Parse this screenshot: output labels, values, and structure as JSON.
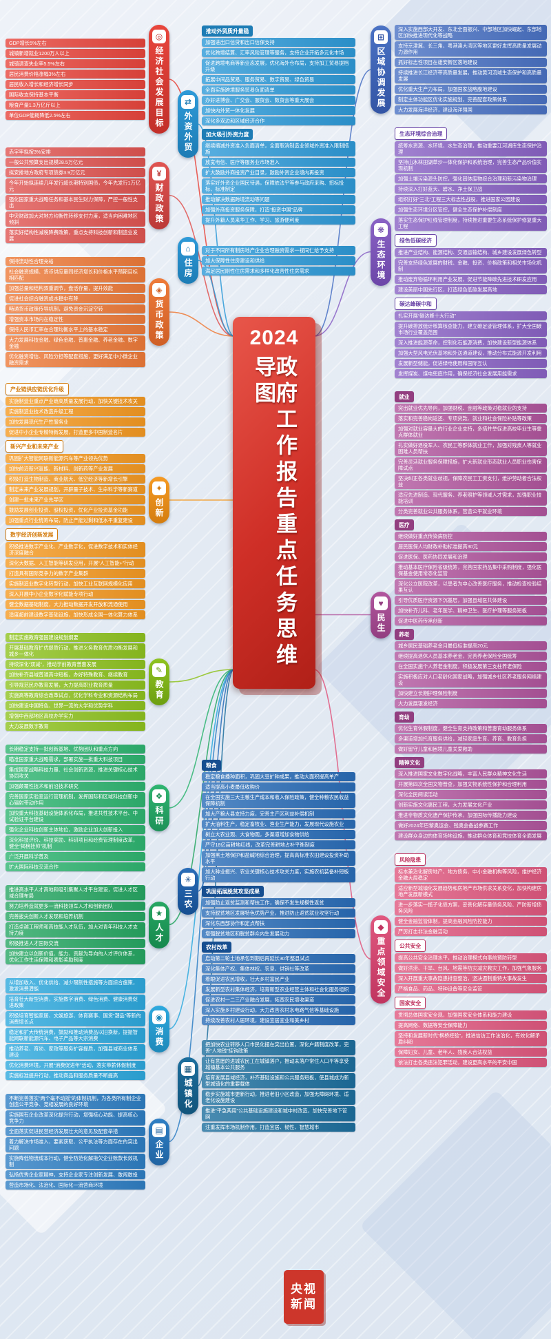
{
  "banner": {
    "year": "2024",
    "title": "政府工作报告重点任务思维导图"
  },
  "footer": {
    "logo_line1": "央视",
    "logo_line2": "新闻"
  },
  "branches": [
    {
      "id": "economy",
      "label": "经济社会发展目标",
      "icon": "◎",
      "column": "left",
      "labelSide": "right",
      "color": "#e8463d",
      "dark": "#c2302a",
      "headerStyle": "dark",
      "groups": [
        {
          "items": [
            "GDP增长5%左右",
            "城镇新增就业1200万人以上",
            "城镇调查失业率5.5%左右",
            "居民消费价格涨幅3%左右",
            "居民收入增长和经济增长同步",
            "国际收支保持基本平衡",
            "粮食产量1.3万亿斤以上",
            "单位GDP能耗降低2.5%左右"
          ]
        }
      ]
    },
    {
      "id": "fiscal",
      "label": "财政政策",
      "icon": "¥",
      "column": "left",
      "labelSide": "right",
      "color": "#e05552",
      "dark": "#bb3a38",
      "headerStyle": "dark",
      "groups": [
        {
          "items": [
            "赤字率拟按3%安排",
            "一般公共预算支出规模28.5万亿元",
            "拟安排地方政府专项债券3.9万亿元",
            "今年开始拟连续几年发行超长期特别国债，今年先发行1万亿元",
            "强化国家重大战略任务和基本民生财力保障，严控一般性支出",
            "中央财政加大对地方均衡性转移支付力度，适当向困难地区倾斜",
            "落实好结构性减税降费政策，重点支持科技创新和制造业发展"
          ]
        }
      ]
    },
    {
      "id": "monetary",
      "label": "货币政策",
      "icon": "◈",
      "column": "left",
      "labelSide": "right",
      "color": "#ee7b3a",
      "dark": "#cf5f26",
      "headerStyle": "dark",
      "groups": [
        {
          "items": [
            "保持流动性合理充裕",
            "社会融资规模、货币供应量同经济增长和价格水平预期目标相匹配",
            "加强总量和结构双重调节，盘活存量，提升效能",
            "促进社会综合融资成本稳中有降",
            "畅通货币政策传导机制，避免资金沉淀空转",
            "增强资本市场内在稳定性",
            "保持人民币汇率在合理均衡水平上的基本稳定",
            "大力发展科技金融、绿色金融、普惠金融、养老金融、数字金融",
            "优化融资增信、风险分担等配套措施，更好满足中小微企业融资需求"
          ]
        }
      ]
    },
    {
      "id": "innovation",
      "label": "创新",
      "icon": "✦",
      "column": "left",
      "labelSide": "right",
      "color": "#f59a23",
      "dark": "#d47d10",
      "headerStyle": "light",
      "groups": [
        {
          "header": "产业链供应链优化升级",
          "items": [
            "实施制造业重点产业链高质量发展行动，加快关键技术攻关",
            "实施制造业技术改造升级工程",
            "加快发展现代生产性服务业",
            "促进中小企业专精特新发展，打造更多中国制造名片"
          ]
        },
        {
          "header": "新兴产业和未来产业",
          "items": [
            "巩固扩大智能网联新能源汽车等产业领先优势",
            "加快前沿新兴氢能、新材料、创新药等产业发展",
            "积极打造生物制造、商业航天、低空经济等新增长引擎",
            "制定未来产业发展规划，开辟量子技术、生命科学等新赛道",
            "创建一批未来产业先导区",
            "鼓励发展创业投资、股权投资，优化产业投资基金功能",
            "加强重点行业统筹布局，防止产能过剩和低水平重复建设"
          ]
        },
        {
          "header": "数字经济创新发展",
          "items": [
            "积极推进数字产业化、产业数字化，促进数字技术和实体经济深度融合",
            "深化大数据、人工智能等研发应用，开展“人工智能+”行动",
            "打造具有国际竞争力的数字产业集群",
            "实施制造业数字化转型行动，加快工业互联网规模化应用",
            "深入开展中小企业数字化赋能专项行动",
            "健全数据基础制度，大力推动数据开发开放和流通使用",
            "适度超前建设数字基础设施，加快形成全国一体化算力体系"
          ]
        }
      ]
    },
    {
      "id": "education",
      "label": "教育",
      "icon": "✎",
      "column": "left",
      "labelSide": "right",
      "color": "#8fc320",
      "dark": "#6d9f12",
      "headerStyle": "dark",
      "groups": [
        {
          "items": [
            "制定实施教育强国建设规划纲要",
            "开展基础教育扩优提质行动，推进义务教育优质均衡发展和城乡一体化",
            "持续深化“双减”，推动学前教育普惠发展",
            "加快补齐县域普通高中短板，办好特殊教育、继续教育",
            "引导规范民办教育发展，大力提高职业教育质量",
            "实施高等教育综合改革试点，优化学科专业和资源结构布局",
            "加快建设中国特色、世界一流的大学和优势学科",
            "增强中西部地区高校办学实力",
            "大力发展数字教育"
          ]
        }
      ]
    },
    {
      "id": "research",
      "label": "科研",
      "icon": "❖",
      "column": "left",
      "labelSide": "right",
      "color": "#2fb571",
      "dark": "#1e9158",
      "headerStyle": "dark",
      "groups": [
        {
          "items": [
            "长期稳定支持一批创新基地、优势团队和重点方向",
            "瞄准国家重大战略需求，部署实施一批重大科技项目",
            "集成国家战略科技力量、社会创新资源，推进关键核心技术协同攻关",
            "加强颠覆性技术和前沿技术研究",
            "完善国家实验室运行管理机制，发挥国际和区域科技创新中心辐射带动作用",
            "加快重大科技基础设施体系化布局，推进共性技术平台、中试验证平台建设",
            "强化企业科技创新主体地位，激励企业加大创新投入",
            "深化科技评价、科技奖励、科研项目和经费管理制度改革，健全“揭榜挂帅”机制",
            "广泛开展科学普及",
            "扩大国际科技交流合作"
          ]
        }
      ]
    },
    {
      "id": "talent",
      "label": "人才",
      "icon": "★",
      "column": "left",
      "labelSide": "right",
      "color": "#27a763",
      "dark": "#16884d",
      "headerStyle": "dark",
      "groups": [
        {
          "items": [
            "推进高水平人才高地和吸引集聚人才平台建设，促进人才区域合理布局",
            "努力培养造就更多一流科技领军人才和创新团队",
            "完善拔尖创新人才发现和培养机制",
            "打造卓越工程师和高技能人才队伍，加大对青年科技人才支持力度",
            "积极推进人才国际交流",
            "加快建立以创新价值、能力、贡献为导向的人才评价体系，优化工作生活保障和表彰奖励制度"
          ]
        }
      ]
    },
    {
      "id": "consumption",
      "label": "消费",
      "icon": "◉",
      "column": "left",
      "labelSide": "right",
      "color": "#2ea9de",
      "dark": "#1e89ba",
      "headerStyle": "dark",
      "groups": [
        {
          "items": [
            "从增加收入、优化供给、减少限制性措施等方面综合施策，激发消费潜能",
            "培育壮大新型消费，实施数字消费、绿色消费、健康消费促进政策",
            "积极培育智能家居、文娱旅游、体育赛事、国货“潮品”等新的消费增长点",
            "稳定和扩大传统消费，鼓励和推动消费品以旧换新，提振智能网联新能源汽车、电子产品等大宗消费",
            "推动养老、育幼、家政等服务扩容提质，加强县域商业体系建设",
            "优化消费环境，开展“消费促进年”活动，落实带薪休假制度",
            "实施标准提升行动，推动商品和服务质量不断提高"
          ]
        }
      ]
    },
    {
      "id": "enterprise",
      "label": "企业",
      "icon": "▤",
      "column": "left",
      "labelSide": "right",
      "color": "#2f7fc4",
      "dark": "#2164a2",
      "headerStyle": "dark",
      "groups": [
        {
          "items": [
            "不断完善落实“两个毫不动摇”的体制机制，为各类所有制企业创造公平竞争、竞相发展的良好环境",
            "实施国有企业改革深化提升行动，增强核心功能、提高核心竞争力",
            "全面落实促进民营经济发展壮大的意见及配套举措",
            "着力解决市场准入、要素获取、公平执法等方面存在的突出问题",
            "实施降低物流成本行动，健全防范化解拖欠企业账款长效机制",
            "弘扬优秀企业家精神，支持企业家专注创新发展、敢闯敢投",
            "营造市场化、法治化、国际化一流营商环境"
          ]
        }
      ]
    },
    {
      "id": "trade",
      "label": "外资外贸",
      "icon": "⇄",
      "column": "midTop",
      "labelSide": "left",
      "color": "#2e9ad8",
      "dark": "#1d7cb5",
      "headerStyle": "dark",
      "groups": [
        {
          "header": "推动外贸质升量稳",
          "items": [
            "加强进出口信贷和出口信保支持",
            "优化跨境结算、汇率风险管理等服务，支持企业开拓多元化市场",
            "促进跨境电商等新业态发展，优化海外仓布局，支持加工贸易提档升级",
            "拓展中间品贸易、服务贸易、数字贸易、绿色贸易",
            "全面实施跨境服务贸易负面清单",
            "办好进博会、广交会、服贸会、数贸会等重大展会",
            "加快内外贸一体化发展",
            "深化多双边和区域经济合作"
          ]
        },
        {
          "header": "加大吸引外资力度",
          "items": [
            "继续缩减外资准入负面清单，全面取消制造业领域外资准入限制措施",
            "放宽电信、医疗等服务业市场准入",
            "扩大鼓励外商投资产业目录，鼓励外资企业境内再投资",
            "落实好外资企业国民待遇，保障依法平等参与政府采购、招标投标、标准制定",
            "推动解决数据跨境流动等问题",
            "加强外商投资服务保障，打造“投资中国”品牌",
            "提升外籍人员来华工作、学习、旅游便利度"
          ]
        }
      ]
    },
    {
      "id": "housing",
      "label": "住房",
      "icon": "⌂",
      "column": "midTop",
      "labelSide": "left",
      "color": "#2e9ad8",
      "dark": "#1d7cb5",
      "headerStyle": "dark",
      "groups": [
        {
          "items": [
            "对于不同所有制房地产企业合理融资需求一视同仁给予支持",
            "加大保障性住房建设和供给",
            "满足居民刚性住房需求和多样化改善性住房需求"
          ]
        }
      ]
    },
    {
      "id": "sannong",
      "label": "三农",
      "icon": "✳",
      "column": "midBottom",
      "labelSide": "left",
      "color": "#2a6db8",
      "dark": "#164e90",
      "headerStyle": "dark",
      "groups": [
        {
          "header": "粮食",
          "items": [
            "稳定粮食播种面积，巩固大豆扩种成果，推动大面积提高单产",
            "适当提高小麦最低收购价",
            "在全国实施三大主粮生产成本和收入保险政策，健全种粮农民收益保障机制",
            "加大产粮大县支持力度，完善主产区利益补偿机制",
            "扩大油料生产，稳定畜牧业、渔业生产能力，发展现代设施农业",
            "树立大农业观、大食物观，多渠道增加食物供给",
            "严守18亿亩耕地红线，改革完善耕地占补平衡制度",
            "加强黑土地保护和盐碱地综合治理，提高高标准农田建设投资补助水平",
            "加大种业振兴、农业关键核心技术攻关力度，实施农机装备补短板行动"
          ]
        },
        {
          "header": "巩固拓展脱贫攻坚成果",
          "items": [
            "加强防止返贫监测和帮扶工作，确保不发生规模性返贫",
            "支持脱贫地区发展特色优势产业，推进防止返贫就业攻坚行动",
            "深化东西部协作和定点帮扶",
            "增强脱贫地区和脱贫群众内生发展动力"
          ]
        },
        {
          "header": "农村改革",
          "items": [
            "启动第二轮土地承包到期后再延长30年整县试点",
            "深化集体产权、集体林权、农垦、供销社等改革",
            "着眼促进农民增收，壮大乡村富民产业",
            "发展新型农村集体经济，培育新型农业经营主体和社会化服务组织",
            "促进农村一二三产业融合发展，拓宽农民增收渠道",
            "深入实施乡村建设行动，大力改善农村水电路气信等基础设施",
            "持续改善农村人居环境，建设宜居宜业和美乡村"
          ]
        }
      ]
    },
    {
      "id": "urbanization",
      "label": "城镇化",
      "icon": "▦",
      "column": "midBottom",
      "labelSide": "left",
      "color": "#1d6f9e",
      "dark": "#12547b",
      "headerStyle": "dark",
      "groups": [
        {
          "items": [
            "把加快农业转移人口市民化摆在突出位置，深化户籍制度改革，完善“人地钱”挂钩政策",
            "让有意愿的进城农民工在城镇落户，推动未落户常住人口平等享受城镇基本公共服务",
            "培育发展县域经济，补齐基础设施和公共服务短板，使县城成为新型城镇化的重要载体",
            "稳步实施城市更新行动，推进老旧小区改造，加强无障碍环境、适老化设施建设",
            "推进“平急两用”公共基础设施建设和城中村改造，加快完善地下管网",
            "注重发挥市场机制作用，打造宜居、韧性、智慧城市"
          ]
        }
      ]
    },
    {
      "id": "regional",
      "label": "区域协调发展",
      "icon": "⊞",
      "column": "right",
      "labelSide": "left",
      "color": "#4a72c4",
      "dark": "#3355a5",
      "headerStyle": "dark",
      "groups": [
        {
          "items": [
            "深入实施西部大开发、东北全面振兴、中部地区加快崛起、东部地区加快推进现代化等战略",
            "支持京津冀、长三角、粤港澳大湾区等地区更好发挥高质量发展动力源作用",
            "抓好标志性项目在雄安新区落地建设",
            "持续推进长江经济带高质量发展，推动黄河流域生态保护和高质量发展",
            "优化重大生产力布局，加强国家战略腹地建设",
            "制定主体功能区优化实施规划，完善配套政策体系",
            "大力发展海洋经济，建设海洋强国"
          ]
        }
      ]
    },
    {
      "id": "ecology",
      "label": "生态环境",
      "icon": "❋",
      "column": "right",
      "labelSide": "left",
      "color": "#8a63c5",
      "dark": "#6c46a8",
      "headerStyle": "light",
      "groups": [
        {
          "header": "生态环境综合治理",
          "items": [
            "统筹水资源、水环境、水生态治理，推动重要江河湖库生态保护治理",
            "坚持山水林田湖草沙一体化保护和系统治理，完善生态产品价值实现机制",
            "加强土壤污染源头防控，强化固体废物综合治理和新污染物治理",
            "持续深入打好蓝天、碧水、净土保卫战",
            "组织打好“三北”工程三大标志性战役，推进国家公园建设",
            "加强生态环境分区管控，健全生态保护补偿制度",
            "落实生态保护红线管理制度，持续推进重要生态系统保护修复重大工程"
          ]
        },
        {
          "header": "绿色低碳经济",
          "items": [
            "推进产业结构、能源结构、交通运输结构、城乡建设发展绿色转型",
            "完善支持绿色发展的财税、金融、投资、价格政策和相关市场化机制",
            "推动废弃物循环利用产业发展，促进节能降碳先进技术研发应用",
            "建设美丽中国先行区，打造绿色低碳发展高地"
          ]
        },
        {
          "header": "碳达峰碳中和",
          "items": [
            "扎实开展“碳达峰十大行动”",
            "提升碳排放统计核算核查能力，建立碳足迹管理体系，扩大全国碳市场行业覆盖范围",
            "深入推进能源革命，控制化石能源消费，加快建设新型能源体系",
            "加强大型风电光伏基地和外送通道建设，推动分布式能源开发利用",
            "发展新型储能，促进绿电使用和国际互认",
            "发挥煤炭、煤电兜底作用，确保经济社会发展用能需求"
          ]
        }
      ]
    },
    {
      "id": "minsheng",
      "label": "民生",
      "icon": "♥",
      "column": "right",
      "labelSide": "left",
      "color": "#b1569e",
      "dark": "#923e80",
      "headerStyle": "dark",
      "groups": [
        {
          "header": "就业",
          "items": [
            "突出就业优先导向，加强财税、金融等政策对稳就业的支持",
            "落实和完善稳岗返还、专项贷款、就业和社会保险补贴等政策",
            "加强对就业容量大的行业企业支持，多措并举促进高校毕业生等重点群体就业",
            "扎实做好退役军人、农民工等群体就业工作，加强对残疾人等就业困难人员帮扶",
            "完善灵活就业服务保障措施，扩大新就业形态就业人员职业伤害保障试点",
            "坚决纠正各类就业歧视，保障农民工工资支付，维护劳动者合法权益",
            "适应先进制造、现代服务、养老照护等领域人才需求，加强职业技能培训",
            "分类完善就业公共服务体系，营造公平就业环境"
          ]
        },
        {
          "header": "医疗",
          "items": [
            "继续做好重点传染病防控",
            "居民医保人均财政补助标准提高30元",
            "促进医保、医药协同发展和治理",
            "推动基本医疗保险省级统筹，完善国家药品集中采购制度，强化医保基金使用常态化监管",
            "深化公立医院改革，以患者为中心改善医疗服务，推动检查检验结果互认",
            "引导优质医疗资源下沉基层，加强县域医共体建设",
            "加快补齐儿科、老年医学、精神卫生、医疗护理等服务短板",
            "促进中医药传承创新"
          ]
        },
        {
          "header": "养老",
          "items": [
            "城乡居民基础养老金月最低标准提高20元",
            "继续提高退休人员基本养老金，完善养老保险全国统筹",
            "在全国实施个人养老金制度，积极发展第三支柱养老保险",
            "实施积极应对人口老龄化国家战略，加强城乡社区养老服务网络建设",
            "加快建立长期护理保险制度",
            "大力发展银发经济"
          ]
        },
        {
          "header": "育幼",
          "items": [
            "优化生育休假制度，健全生育支持政策和普惠育幼服务体系",
            "多渠道增加托育服务供给，减轻家庭生育、养育、教育负担",
            "做好留守儿童和困境儿童关爱救助"
          ]
        },
        {
          "header": "精神文化",
          "items": [
            "深入推进国家文化数字化战略，丰富人民群众精神文化生活",
            "开展第四次全国文物普查，加强文物系统性保护和合理利用",
            "深化全民阅读活动",
            "创新实施文化惠民工程，大力发展文化产业",
            "推进非物质文化遗产保护传承，加强国际传播能力建设",
            "做好2024年巴黎奥运会、残奥会备战参赛工作",
            "建设群众身边的体育场地设施，推动群众体育和竞技体育全面发展"
          ]
        }
      ]
    },
    {
      "id": "security",
      "label": "重点领域安全",
      "icon": "◆",
      "column": "right",
      "labelSide": "left",
      "color": "#e0587f",
      "dark": "#c03560",
      "headerStyle": "light",
      "groups": [
        {
          "header": "风险隐患",
          "items": [
            "标本兼治化解房地产、地方债务、中小金融机构等风险，维护经济金融大局稳定",
            "适应新型城镇化发展趋势和房地产市场供求关系变化，加快构建房地产发展新模式",
            "进一步落实一揽子化债方案，妥善化解存量债务风险、严防新增债务风险",
            "健全金融监管体制，提高金融风险防控能力",
            "严厉打击非法金融活动"
          ]
        },
        {
          "header": "公共安全",
          "items": [
            "提高公共安全治理水平，推动治理模式向事前预防转型",
            "做好洪涝、干旱、台风、地震等防灾减灾救灾工作，加强气象服务",
            "深入开展重大事故隐患排查整治，坚决遏制重特大事故发生",
            "严格食品、药品、特种设备等安全监管"
          ]
        },
        {
          "header": "国家安全",
          "items": [
            "贯彻总体国家安全观，加强国家安全体系和能力建设",
            "提高网络、数据等安全保障能力",
            "坚持和发展新时代“枫桥经验”，推进信访工作法治化，有效化解矛盾纠纷",
            "保障妇女、儿童、老年人、残疾人合法权益",
            "依法打击各类违法犯罪活动，建设更高水平的平安中国"
          ]
        }
      ]
    }
  ]
}
